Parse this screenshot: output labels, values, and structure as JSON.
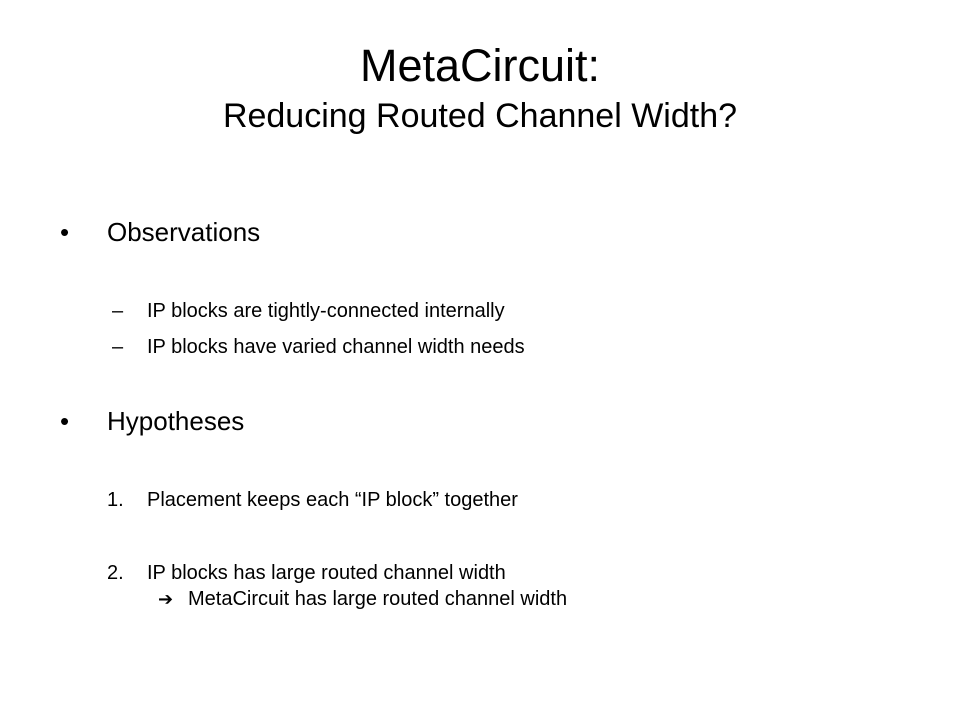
{
  "title": {
    "main": "MetaCircuit:",
    "sub": "Reducing Routed Channel Width?"
  },
  "bullets": [
    {
      "marker": "•",
      "label": "Observations",
      "items": [
        {
          "marker": "–",
          "text": "IP blocks are tightly-connected internally"
        },
        {
          "marker": "–",
          "text": "IP blocks have varied channel width needs"
        }
      ]
    },
    {
      "marker": "•",
      "label": "Hypotheses",
      "items": [
        {
          "marker": "1.",
          "text": "Placement keeps each “IP block” together"
        },
        {
          "marker": "2.",
          "text": "IP blocks has large routed channel width",
          "continuation": {
            "icon": "right-arrow-icon",
            "arrow": "➔",
            "text": "MetaCircuit has large routed channel width"
          }
        }
      ]
    }
  ]
}
